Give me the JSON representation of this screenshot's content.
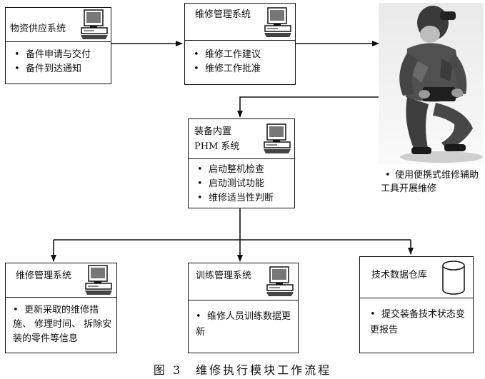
{
  "nodes": {
    "supply": {
      "title": "物资供应系统",
      "items": [
        "备件申请与交付",
        "备件到达通知"
      ]
    },
    "maint_top": {
      "title": "维修管理系统",
      "items": [
        "维修工作建议",
        "维修工作批准"
      ]
    },
    "phm": {
      "title_line1": "装备内置",
      "title_line2": "PHM 系统",
      "items": [
        "启动整机检查",
        "启动测试功能",
        "维修适当性判断"
      ]
    },
    "maint_bottom": {
      "title": "维修管理系统",
      "text": "更新采取的维修措施、 修理时间、 拆除安装的零件等信息"
    },
    "training": {
      "title": "训练管理系统",
      "text": "维修人员训练数据更新"
    },
    "warehouse": {
      "title": "技术数据仓库",
      "text": "提交装备技术状态变更报告"
    }
  },
  "photo": {
    "caption": "使用便携式维修辅助工具开展维修"
  },
  "bullet": "•",
  "figure_caption": "图 3　维修执行模块工作流程",
  "icons": {
    "computer": "computer-icon",
    "database": "database-cylinder-icon",
    "photo": "technician-photo"
  }
}
